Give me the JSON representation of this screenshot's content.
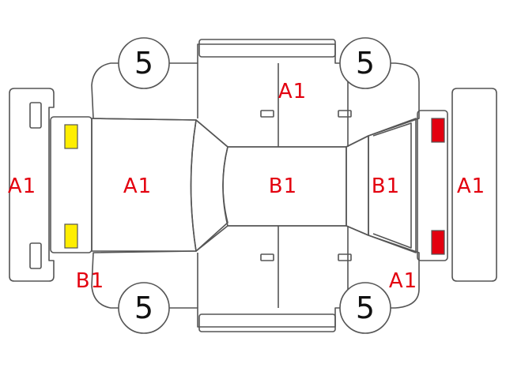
{
  "colors": {
    "outline": "#555555",
    "label": "#e3000f",
    "front_lamp": "#ffee00",
    "rear_lamp": "#e3000f",
    "tire_text": "#111111"
  },
  "tires": {
    "front_left": "5",
    "front_right": "5",
    "rear_left": "5",
    "rear_right": "5"
  },
  "grades": {
    "front_bumper": "A1",
    "hood": "A1",
    "roof": "B1",
    "rear_glass": "B1",
    "rear_bumper": "A1",
    "right_rear_door": "A1",
    "front_left_corner": "B1",
    "rear_left_corner": "A1"
  },
  "lamps": {
    "front": "yellow-lamp-icon",
    "rear": "red-lamp-icon"
  }
}
